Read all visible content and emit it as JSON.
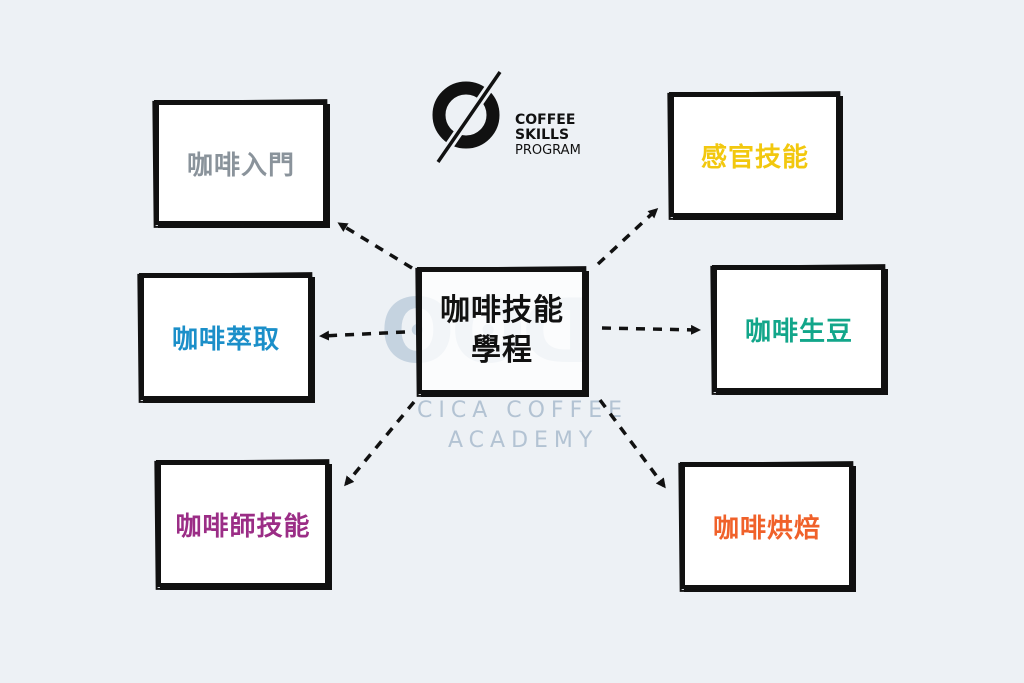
{
  "logo": {
    "lines": [
      "COFFEE",
      "SKILLS",
      "PROGRAM"
    ]
  },
  "watermark": {
    "line1": "CICA COFFEE",
    "line2": "ACADEMY"
  },
  "center": {
    "line1": "咖啡技能",
    "line2": "學程"
  },
  "nodes": {
    "intro": {
      "label": "咖啡入門",
      "color": "#8a939b"
    },
    "sensory": {
      "label": "感官技能",
      "color": "#f2c80f"
    },
    "brewing": {
      "label": "咖啡萃取",
      "color": "#1b8fc9"
    },
    "green": {
      "label": "咖啡生豆",
      "color": "#12a68a"
    },
    "barista": {
      "label": "咖啡師技能",
      "color": "#9b2d86"
    },
    "roasting": {
      "label": "咖啡烘焙",
      "color": "#f0612a"
    }
  },
  "colors": {
    "background": "#edf1f5",
    "border": "#111111"
  }
}
